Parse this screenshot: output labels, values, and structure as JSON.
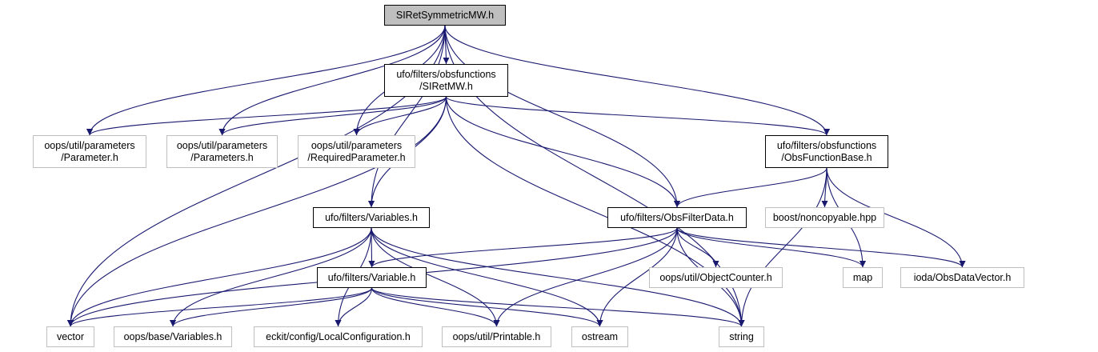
{
  "diagram": {
    "edge_color": "#191970",
    "nodes": [
      {
        "id": "root",
        "label": "SIRetSymmetricMW.h",
        "kind": "root"
      },
      {
        "id": "siretmw",
        "label": "ufo/filters/obsfunctions\n/SIRetMW.h",
        "kind": "internal"
      },
      {
        "id": "parameter",
        "label": "oops/util/parameters\n/Parameter.h",
        "kind": "external"
      },
      {
        "id": "parameters",
        "label": "oops/util/parameters\n/Parameters.h",
        "kind": "external"
      },
      {
        "id": "requiredparam",
        "label": "oops/util/parameters\n/RequiredParameter.h",
        "kind": "external"
      },
      {
        "id": "obsfuncbase",
        "label": "ufo/filters/obsfunctions\n/ObsFunctionBase.h",
        "kind": "internal"
      },
      {
        "id": "variables",
        "label": "ufo/filters/Variables.h",
        "kind": "internal"
      },
      {
        "id": "obsfilterdata",
        "label": "ufo/filters/ObsFilterData.h",
        "kind": "internal"
      },
      {
        "id": "noncopyable",
        "label": "boost/noncopyable.hpp",
        "kind": "external"
      },
      {
        "id": "variable",
        "label": "ufo/filters/Variable.h",
        "kind": "internal"
      },
      {
        "id": "objectcounter",
        "label": "oops/util/ObjectCounter.h",
        "kind": "external"
      },
      {
        "id": "map",
        "label": "map",
        "kind": "external"
      },
      {
        "id": "obsdatavector",
        "label": "ioda/ObsDataVector.h",
        "kind": "external"
      },
      {
        "id": "vector",
        "label": "vector",
        "kind": "external"
      },
      {
        "id": "oopsvariables",
        "label": "oops/base/Variables.h",
        "kind": "external"
      },
      {
        "id": "localconfig",
        "label": "eckit/config/LocalConfiguration.h",
        "kind": "external"
      },
      {
        "id": "printable",
        "label": "oops/util/Printable.h",
        "kind": "external"
      },
      {
        "id": "ostream",
        "label": "ostream",
        "kind": "external"
      },
      {
        "id": "string",
        "label": "string",
        "kind": "external"
      }
    ],
    "edges": [
      [
        "root",
        "siretmw"
      ],
      [
        "root",
        "vector"
      ],
      [
        "root",
        "parameter"
      ],
      [
        "root",
        "parameters"
      ],
      [
        "root",
        "requiredparam"
      ],
      [
        "root",
        "variables"
      ],
      [
        "root",
        "obsfilterdata"
      ],
      [
        "root",
        "obsfuncbase"
      ],
      [
        "root",
        "string"
      ],
      [
        "siretmw",
        "parameter"
      ],
      [
        "siretmw",
        "parameters"
      ],
      [
        "siretmw",
        "requiredparam"
      ],
      [
        "siretmw",
        "obsfuncbase"
      ],
      [
        "siretmw",
        "variables"
      ],
      [
        "siretmw",
        "obsfilterdata"
      ],
      [
        "siretmw",
        "vector"
      ],
      [
        "siretmw",
        "string"
      ],
      [
        "obsfuncbase",
        "obsfilterdata"
      ],
      [
        "obsfuncbase",
        "noncopyable"
      ],
      [
        "obsfuncbase",
        "map"
      ],
      [
        "obsfuncbase",
        "obsdatavector"
      ],
      [
        "obsfuncbase",
        "string"
      ],
      [
        "variables",
        "variable"
      ],
      [
        "variables",
        "vector"
      ],
      [
        "variables",
        "oopsvariables"
      ],
      [
        "variables",
        "localconfig"
      ],
      [
        "variables",
        "printable"
      ],
      [
        "variables",
        "ostream"
      ],
      [
        "variables",
        "string"
      ],
      [
        "obsfilterdata",
        "variable"
      ],
      [
        "obsfilterdata",
        "vector"
      ],
      [
        "obsfilterdata",
        "objectcounter"
      ],
      [
        "obsfilterdata",
        "map"
      ],
      [
        "obsfilterdata",
        "obsdatavector"
      ],
      [
        "obsfilterdata",
        "printable"
      ],
      [
        "obsfilterdata",
        "ostream"
      ],
      [
        "obsfilterdata",
        "string"
      ],
      [
        "variable",
        "vector"
      ],
      [
        "variable",
        "oopsvariables"
      ],
      [
        "variable",
        "localconfig"
      ],
      [
        "variable",
        "printable"
      ],
      [
        "variable",
        "ostream"
      ],
      [
        "variable",
        "string"
      ]
    ]
  }
}
